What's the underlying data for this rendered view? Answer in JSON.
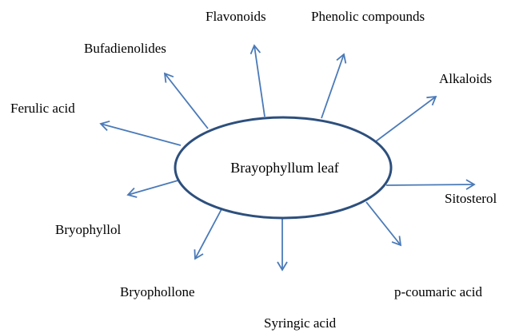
{
  "center": {
    "label": "Brayophyllum leaf"
  },
  "compounds": [
    "Flavonoids",
    "Phenolic compounds",
    "Bufadienolides",
    "Alkaloids",
    "Ferulic acid",
    "Sitosterol",
    "Bryophyllol",
    "Bryophollone",
    "p-coumaric acid",
    "Syringic acid"
  ],
  "colors": {
    "arrow": "#4a7ab8",
    "ellipse_stroke": "#2d4f7c",
    "text": "#000000"
  }
}
